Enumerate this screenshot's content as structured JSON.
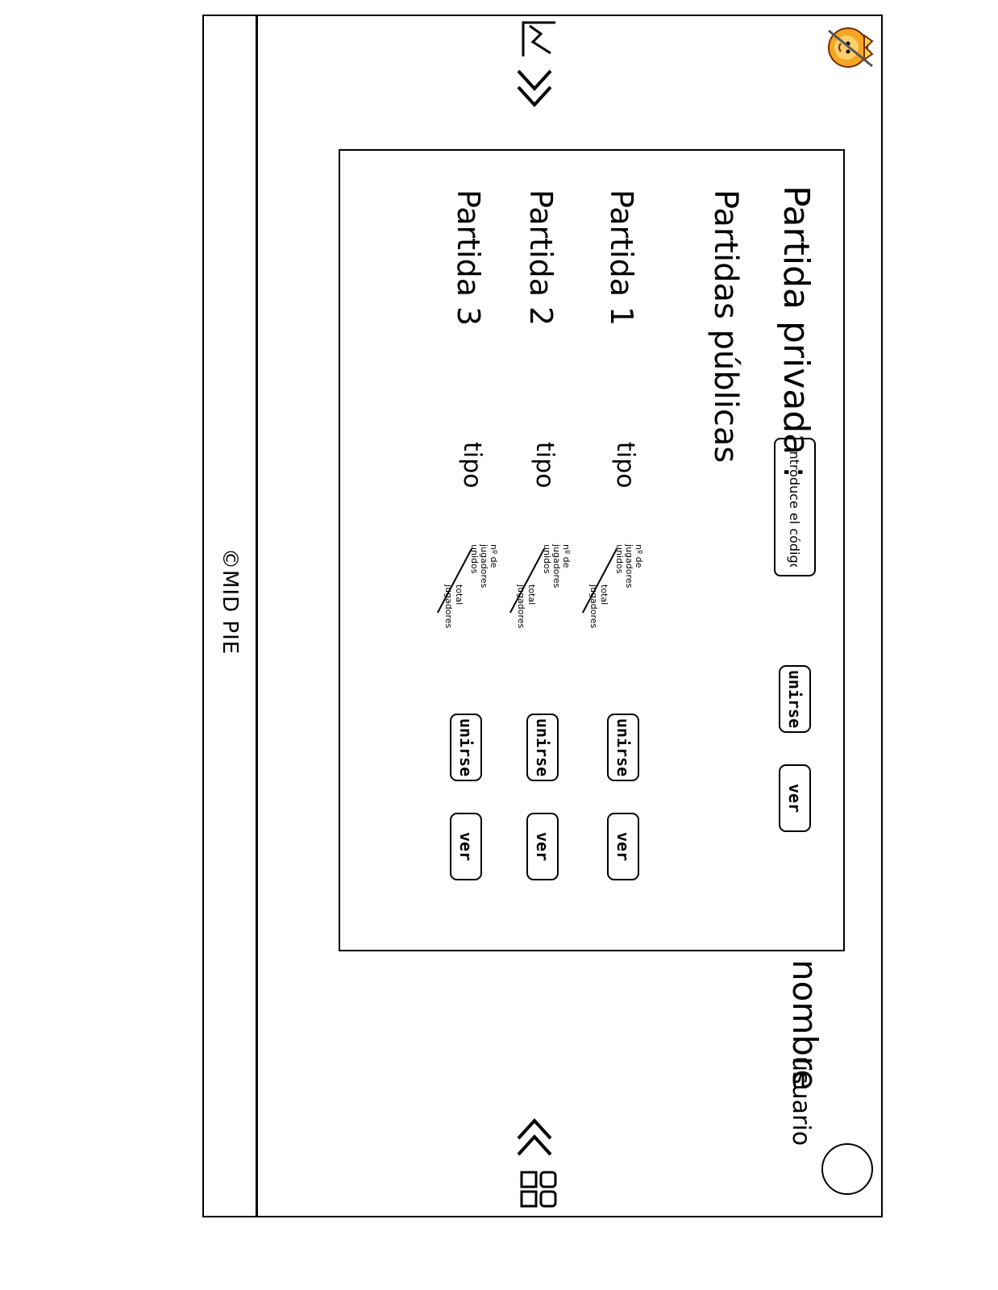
{
  "footer": {
    "copyright": "©MID PIE"
  },
  "header": {
    "logo_icon": "lion-king-logo",
    "stats_icon": "chart-icon",
    "forward_icon": "double-chevron-right-icon",
    "back_icon": "double-chevron-left-icon",
    "grid_icon": "grid-icon"
  },
  "user": {
    "name": "nombre",
    "label": "usuario",
    "avatar_icon": "avatar-circle"
  },
  "private_game": {
    "title": "Partida privada :",
    "code_placeholder": "introduce el código",
    "join_label": "unirse",
    "view_label": "ver"
  },
  "public_games": {
    "title": "Partidas públicas",
    "rows": [
      {
        "name": "Partida 1",
        "type": "tipo",
        "players_joined": "nº de jugadores unidos",
        "players_total": "total jugadores",
        "join_label": "unirse",
        "view_label": "ver"
      },
      {
        "name": "Partida 2",
        "type": "tipo",
        "players_joined": "nº de jugadores unidos",
        "players_total": "total jugadores",
        "join_label": "unirse",
        "view_label": "ver"
      },
      {
        "name": "Partida 3",
        "type": "tipo",
        "players_joined": "nº de jugadores unidos",
        "players_total": "total jugadores",
        "join_label": "unirse",
        "view_label": "ver"
      }
    ]
  }
}
